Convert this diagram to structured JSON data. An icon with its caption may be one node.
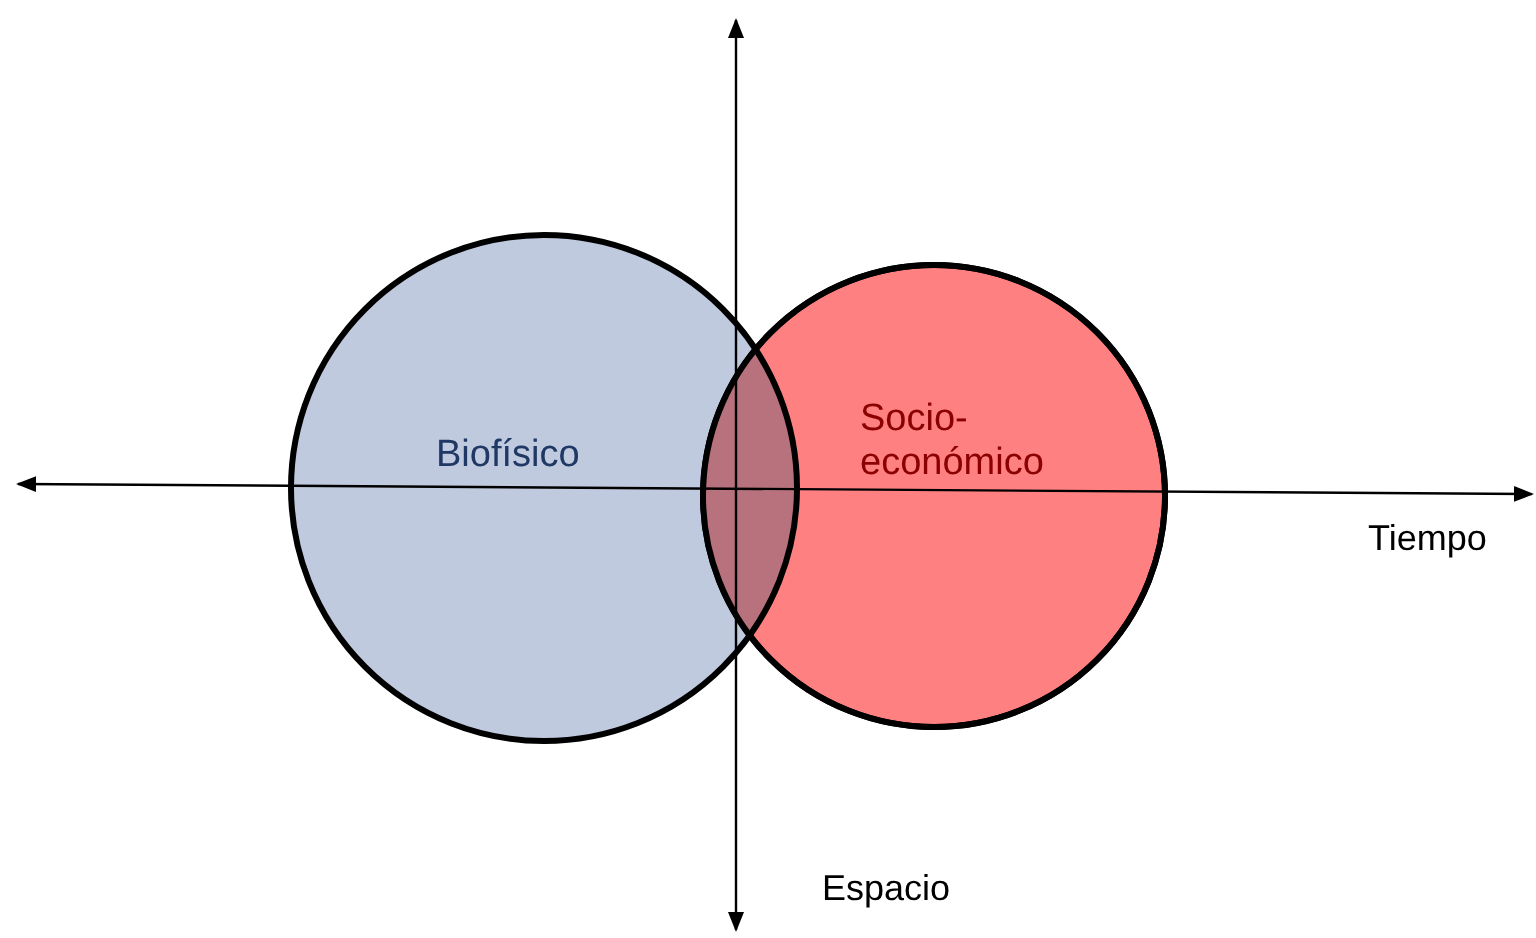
{
  "diagram": {
    "nodes": [
      {
        "text": [
          "Biofísico"
        ]
      },
      {
        "text": [
          "Socio-económico"
        ]
      }
    ],
    "labels": [
      "Tiempo",
      "Espacio"
    ]
  }
}
